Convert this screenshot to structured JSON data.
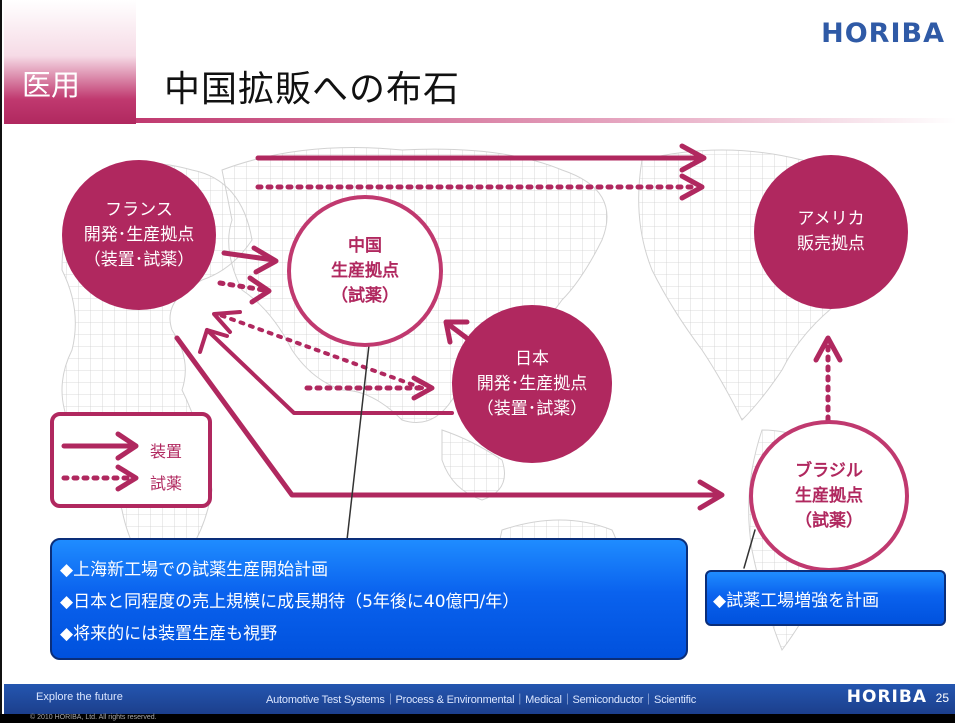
{
  "header": {
    "section_tab": "医用",
    "title": "中国拡販への布石",
    "brand": "HORIBA"
  },
  "sites": {
    "france": [
      "フランス",
      "開発･生産拠点",
      "（装置･試薬）"
    ],
    "china": [
      "中国",
      "生産拠点",
      "（試薬）"
    ],
    "japan": [
      "日本",
      "開発･生産拠点",
      "（装置･試薬）"
    ],
    "usa": [
      "アメリカ",
      "販売拠点"
    ],
    "brazil": [
      "ブラジル",
      "生産拠点",
      "（試薬）"
    ]
  },
  "legend": {
    "solid_label": "装置",
    "dotted_label": "試薬"
  },
  "callouts": {
    "main": [
      "◆上海新工場での試薬生産開始計画",
      "◆日本と同程度の売上規模に成長期待（5年後に40億円/年）",
      "◆将来的には装置生産も視野"
    ],
    "brazil": "◆試薬工場増強を計画"
  },
  "footer": {
    "tagline": "Explore the future",
    "businesses": "Automotive Test Systems｜Process & Environmental｜Medical｜Semiconductor｜Scientific",
    "brand": "HORIBA",
    "page": "25",
    "copyright": "© 2010 HORIBA, Ltd. All rights reserved."
  },
  "colors": {
    "accent": "#b0285f",
    "callout_blue": "#0a62ee",
    "brand_blue": "#2f5aa6"
  }
}
